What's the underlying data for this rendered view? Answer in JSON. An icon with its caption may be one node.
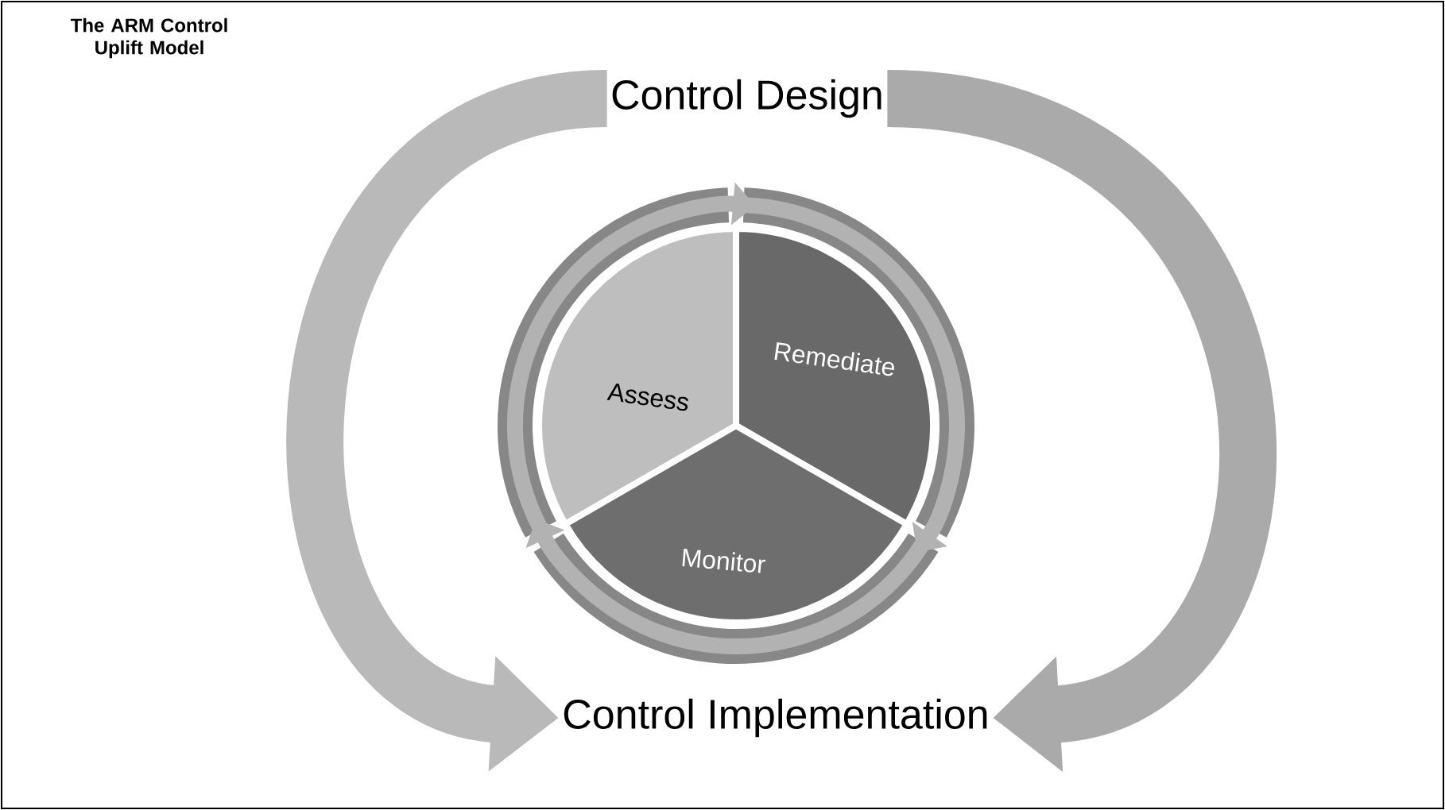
{
  "diagram": {
    "title": "The ARM Control Uplift Model",
    "nodes": [
      {
        "text": [
          "Control Design"
        ]
      },
      {
        "text": [
          "Control Implementation"
        ]
      },
      {
        "text": [
          "Assess"
        ]
      },
      {
        "text": [
          "Remediate"
        ]
      },
      {
        "text": [
          "Monitor"
        ]
      }
    ],
    "edges": [
      {
        "from": 0,
        "to": 1,
        "arrow": "to",
        "style": "thick"
      },
      {
        "from": 0,
        "to": 1,
        "arrow": "to",
        "style": "thick"
      },
      {
        "from": 2,
        "to": 3,
        "arrow": "to"
      },
      {
        "from": 3,
        "to": 4,
        "arrow": "to"
      },
      {
        "from": 4,
        "to": 2,
        "arrow": "to"
      }
    ]
  }
}
